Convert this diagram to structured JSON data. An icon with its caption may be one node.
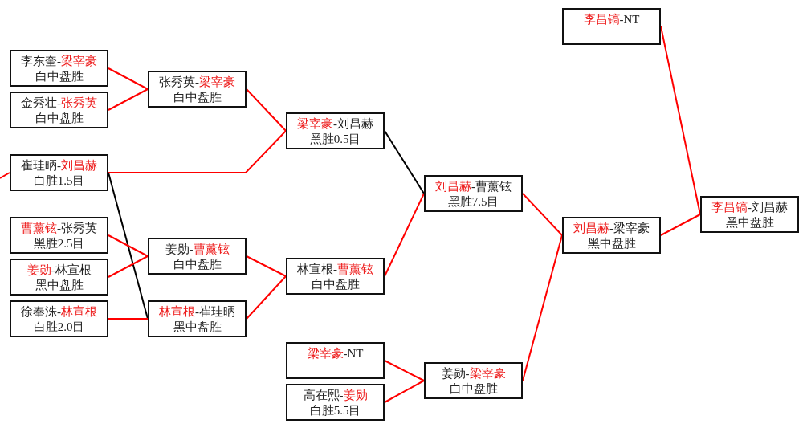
{
  "diagram": {
    "nodes": [
      {
        "text": [
          "李东奎-梁宰豪",
          "白中盘胜"
        ]
      },
      {
        "text": [
          "金秀壮-张秀英",
          "白中盘胜"
        ]
      },
      {
        "text": [
          "崔珪昞-刘昌赫",
          "白胜1.5目"
        ]
      },
      {
        "text": [
          "曹薰铉-张秀英",
          "黑胜2.5目"
        ]
      },
      {
        "text": [
          "姜勋-林宣根",
          "黑中盘胜"
        ]
      },
      {
        "text": [
          "徐奉洙-林宣根",
          "白胜2.0目"
        ]
      },
      {
        "text": [
          "张秀英-梁宰豪",
          "白中盘胜"
        ]
      },
      {
        "text": [
          "姜勋-曹薰铉",
          "白中盘胜"
        ]
      },
      {
        "text": [
          "林宣根-崔珪昞",
          "黑中盘胜"
        ]
      },
      {
        "text": [
          "梁宰豪-刘昌赫",
          "黑胜0.5目"
        ]
      },
      {
        "text": [
          "林宣根-曹薰铉",
          "白中盘胜"
        ]
      },
      {
        "text": [
          "梁宰豪-NT"
        ]
      },
      {
        "text": [
          "高在熙-姜勋",
          "白胜5.5目"
        ]
      },
      {
        "text": [
          "刘昌赫-曹薰铉",
          "黑胜7.5目"
        ]
      },
      {
        "text": [
          "姜勋-梁宰豪",
          "白中盘胜"
        ]
      },
      {
        "text": [
          "李昌镐-NT"
        ]
      },
      {
        "text": [
          "刘昌赫-梁宰豪",
          "黑中盘胜"
        ]
      },
      {
        "text": [
          "李昌镐-刘昌赫",
          "黑中盘胜"
        ]
      }
    ],
    "edges": [
      {
        "from": null,
        "to": 2,
        "arrow": "none"
      },
      {
        "from": 0,
        "to": 6,
        "arrow": "none"
      },
      {
        "from": 1,
        "to": 6,
        "arrow": "none"
      },
      {
        "from": 2,
        "to": 9,
        "arrow": "none"
      },
      {
        "from": 2,
        "to": 8,
        "arrow": "none",
        "color": "#000000"
      },
      {
        "from": 3,
        "to": 7,
        "arrow": "none"
      },
      {
        "from": 4,
        "to": 7,
        "arrow": "none"
      },
      {
        "from": 5,
        "to": 8,
        "arrow": "none"
      },
      {
        "from": 6,
        "to": 9,
        "arrow": "none"
      },
      {
        "from": 7,
        "to": 10,
        "arrow": "none"
      },
      {
        "from": 8,
        "to": 10,
        "arrow": "none"
      },
      {
        "from": 9,
        "to": 13,
        "arrow": "none",
        "color": "#000000"
      },
      {
        "from": 10,
        "to": 13,
        "arrow": "none"
      },
      {
        "from": 11,
        "to": 14,
        "arrow": "none"
      },
      {
        "from": 12,
        "to": 14,
        "arrow": "none"
      },
      {
        "from": 13,
        "to": 16,
        "arrow": "none"
      },
      {
        "from": 14,
        "to": 16,
        "arrow": "none"
      },
      {
        "from": 15,
        "to": 17,
        "arrow": "none"
      },
      {
        "from": 16,
        "to": 17,
        "arrow": "none"
      }
    ]
  }
}
